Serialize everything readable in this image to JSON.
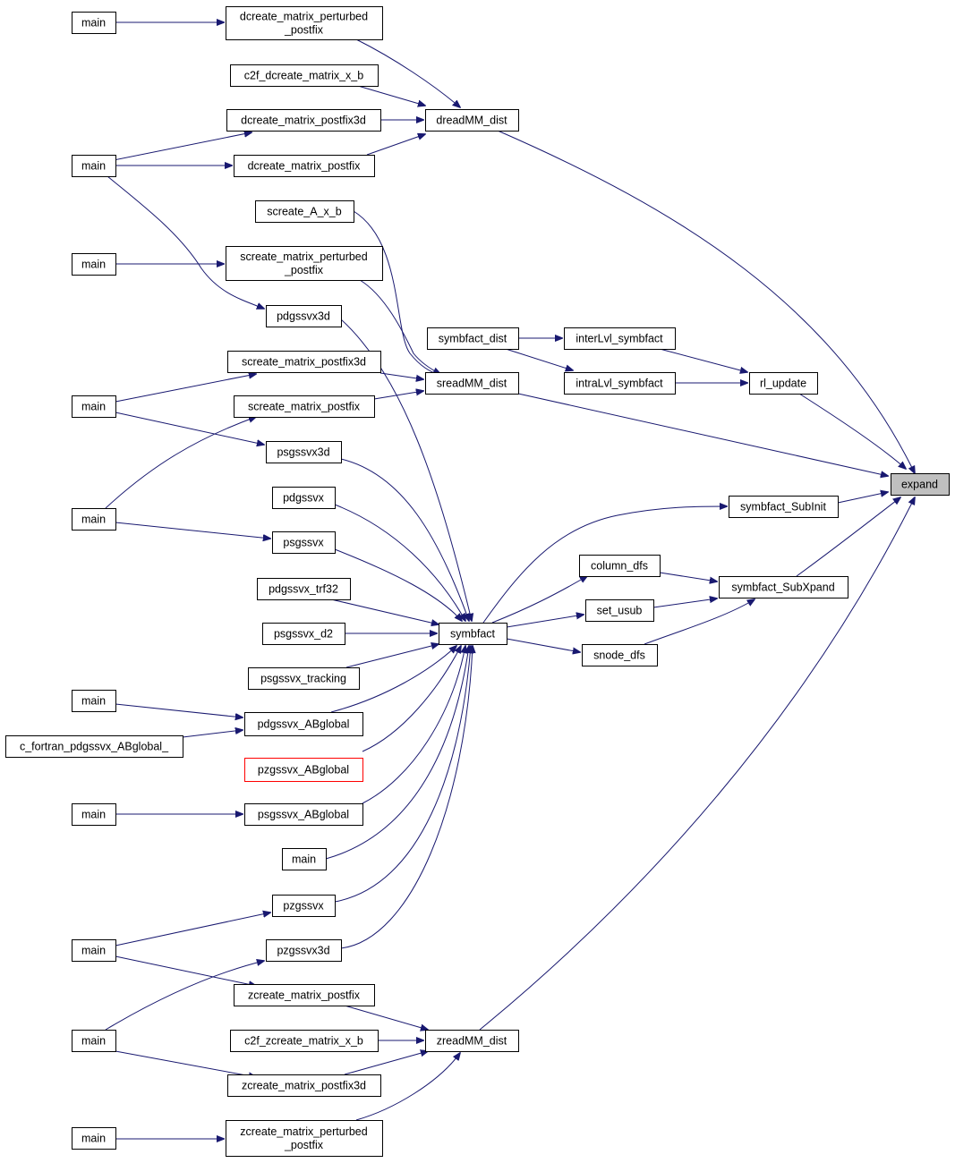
{
  "diagram": {
    "type": "call-graph",
    "colors": {
      "edge": "#191970",
      "node_border": "#000000",
      "current_fill": "#bfbfbf",
      "missing_border": "#ff0000"
    },
    "nodes": [
      {
        "id": "expand",
        "label": "expand",
        "style": "current"
      },
      {
        "id": "dreadMM_dist",
        "label": "dreadMM_dist"
      },
      {
        "id": "dcm_perturbed",
        "label": "dcreate_matrix_perturbed\n_postfix"
      },
      {
        "id": "main_1",
        "label": "main"
      },
      {
        "id": "c2f_dcm",
        "label": "c2f_dcreate_matrix_x_b"
      },
      {
        "id": "dcm_3d",
        "label": "dcreate_matrix_postfix3d"
      },
      {
        "id": "dcm_pf",
        "label": "dcreate_matrix_postfix"
      },
      {
        "id": "main_2",
        "label": "main"
      },
      {
        "id": "screate_A_x_b",
        "label": "screate_A_x_b"
      },
      {
        "id": "scm_perturbed",
        "label": "screate_matrix_perturbed\n_postfix"
      },
      {
        "id": "main_3",
        "label": "main"
      },
      {
        "id": "pdgssvx3d",
        "label": "pdgssvx3d"
      },
      {
        "id": "symbfact_dist",
        "label": "symbfact_dist"
      },
      {
        "id": "interLvl",
        "label": "interLvl_symbfact"
      },
      {
        "id": "intraLvl",
        "label": "intraLvl_symbfact"
      },
      {
        "id": "rl_update",
        "label": "rl_update"
      },
      {
        "id": "scm_3d",
        "label": "screate_matrix_postfix3d"
      },
      {
        "id": "sreadMM_dist",
        "label": "sreadMM_dist"
      },
      {
        "id": "scm_pf",
        "label": "screate_matrix_postfix"
      },
      {
        "id": "main_4",
        "label": "main"
      },
      {
        "id": "psgssvx3d",
        "label": "psgssvx3d"
      },
      {
        "id": "pdgssvx",
        "label": "pdgssvx"
      },
      {
        "id": "main_5",
        "label": "main"
      },
      {
        "id": "psgssvx",
        "label": "psgssvx"
      },
      {
        "id": "symbfact_SubInit",
        "label": "symbfact_SubInit"
      },
      {
        "id": "column_dfs",
        "label": "column_dfs"
      },
      {
        "id": "symbfact_SubXpand",
        "label": "symbfact_SubXpand"
      },
      {
        "id": "pdgssvx_trf32",
        "label": "pdgssvx_trf32"
      },
      {
        "id": "set_usub",
        "label": "set_usub"
      },
      {
        "id": "psgssvx_d2",
        "label": "psgssvx_d2"
      },
      {
        "id": "symbfact",
        "label": "symbfact"
      },
      {
        "id": "snode_dfs",
        "label": "snode_dfs"
      },
      {
        "id": "psgssvx_tracking",
        "label": "psgssvx_tracking"
      },
      {
        "id": "main_6",
        "label": "main"
      },
      {
        "id": "pdgssvx_ABglobal",
        "label": "pdgssvx_ABglobal"
      },
      {
        "id": "c_fortran",
        "label": "c_fortran_pdgssvx_ABglobal_"
      },
      {
        "id": "pzgssvx_ABglobal",
        "label": "pzgssvx_ABglobal",
        "style": "missing"
      },
      {
        "id": "main_7",
        "label": "main"
      },
      {
        "id": "psgssvx_ABglobal",
        "label": "psgssvx_ABglobal"
      },
      {
        "id": "main_8",
        "label": "main"
      },
      {
        "id": "pzgssvx",
        "label": "pzgssvx"
      },
      {
        "id": "main_9",
        "label": "main"
      },
      {
        "id": "pzgssvx3d",
        "label": "pzgssvx3d"
      },
      {
        "id": "zcm_pf",
        "label": "zcreate_matrix_postfix"
      },
      {
        "id": "main_10",
        "label": "main"
      },
      {
        "id": "c2f_zcm",
        "label": "c2f_zcreate_matrix_x_b"
      },
      {
        "id": "zreadMM_dist",
        "label": "zreadMM_dist"
      },
      {
        "id": "zcm_3d",
        "label": "zcreate_matrix_postfix3d"
      },
      {
        "id": "main_11",
        "label": "main"
      },
      {
        "id": "zcm_perturbed",
        "label": "zcreate_matrix_perturbed\n_postfix"
      }
    ],
    "edges": [
      {
        "from": "dreadMM_dist",
        "to": "expand"
      },
      {
        "from": "rl_update",
        "to": "expand"
      },
      {
        "from": "sreadMM_dist",
        "to": "expand"
      },
      {
        "from": "symbfact_SubInit",
        "to": "expand"
      },
      {
        "from": "symbfact_SubXpand",
        "to": "expand"
      },
      {
        "from": "zreadMM_dist",
        "to": "expand"
      },
      {
        "from": "main_1",
        "to": "dcm_perturbed"
      },
      {
        "from": "dcm_perturbed",
        "to": "dreadMM_dist"
      },
      {
        "from": "c2f_dcm",
        "to": "dreadMM_dist"
      },
      {
        "from": "dcm_3d",
        "to": "dreadMM_dist"
      },
      {
        "from": "dcm_pf",
        "to": "dreadMM_dist"
      },
      {
        "from": "main_2",
        "to": "dcm_3d"
      },
      {
        "from": "main_2",
        "to": "dcm_pf"
      },
      {
        "from": "main_2",
        "to": "pdgssvx3d"
      },
      {
        "from": "main_3",
        "to": "scm_perturbed"
      },
      {
        "from": "screate_A_x_b",
        "to": "sreadMM_dist"
      },
      {
        "from": "scm_perturbed",
        "to": "sreadMM_dist"
      },
      {
        "from": "scm_3d",
        "to": "sreadMM_dist"
      },
      {
        "from": "scm_pf",
        "to": "sreadMM_dist"
      },
      {
        "from": "pdgssvx3d",
        "to": "symbfact"
      },
      {
        "from": "symbfact_dist",
        "to": "interLvl"
      },
      {
        "from": "symbfact_dist",
        "to": "intraLvl"
      },
      {
        "from": "interLvl",
        "to": "rl_update"
      },
      {
        "from": "intraLvl",
        "to": "rl_update"
      },
      {
        "from": "main_4",
        "to": "scm_3d"
      },
      {
        "from": "main_4",
        "to": "psgssvx3d"
      },
      {
        "from": "main_5",
        "to": "scm_pf"
      },
      {
        "from": "main_5",
        "to": "psgssvx"
      },
      {
        "from": "psgssvx3d",
        "to": "symbfact"
      },
      {
        "from": "pdgssvx",
        "to": "symbfact"
      },
      {
        "from": "psgssvx",
        "to": "symbfact"
      },
      {
        "from": "pdgssvx_trf32",
        "to": "symbfact"
      },
      {
        "from": "psgssvx_d2",
        "to": "symbfact"
      },
      {
        "from": "psgssvx_tracking",
        "to": "symbfact"
      },
      {
        "from": "pdgssvx_ABglobal",
        "to": "symbfact"
      },
      {
        "from": "pzgssvx_ABglobal",
        "to": "symbfact"
      },
      {
        "from": "psgssvx_ABglobal",
        "to": "symbfact"
      },
      {
        "from": "main_8",
        "to": "symbfact"
      },
      {
        "from": "pzgssvx",
        "to": "symbfact"
      },
      {
        "from": "pzgssvx3d",
        "to": "symbfact"
      },
      {
        "from": "symbfact",
        "to": "symbfact_SubInit"
      },
      {
        "from": "symbfact",
        "to": "column_dfs"
      },
      {
        "from": "symbfact",
        "to": "set_usub"
      },
      {
        "from": "symbfact",
        "to": "snode_dfs"
      },
      {
        "from": "column_dfs",
        "to": "symbfact_SubXpand"
      },
      {
        "from": "set_usub",
        "to": "symbfact_SubXpand"
      },
      {
        "from": "snode_dfs",
        "to": "symbfact_SubXpand"
      },
      {
        "from": "main_6",
        "to": "pdgssvx_ABglobal"
      },
      {
        "from": "c_fortran",
        "to": "pdgssvx_ABglobal"
      },
      {
        "from": "main_7",
        "to": "psgssvx_ABglobal"
      },
      {
        "from": "main_9",
        "to": "pzgssvx"
      },
      {
        "from": "main_9",
        "to": "zcm_pf"
      },
      {
        "from": "main_10",
        "to": "pzgssvx3d"
      },
      {
        "from": "main_10",
        "to": "zcm_3d"
      },
      {
        "from": "zcm_pf",
        "to": "zreadMM_dist"
      },
      {
        "from": "c2f_zcm",
        "to": "zreadMM_dist"
      },
      {
        "from": "zcm_3d",
        "to": "zreadMM_dist"
      },
      {
        "from": "zcm_perturbed",
        "to": "zreadMM_dist"
      },
      {
        "from": "main_11",
        "to": "zcm_perturbed"
      }
    ]
  }
}
